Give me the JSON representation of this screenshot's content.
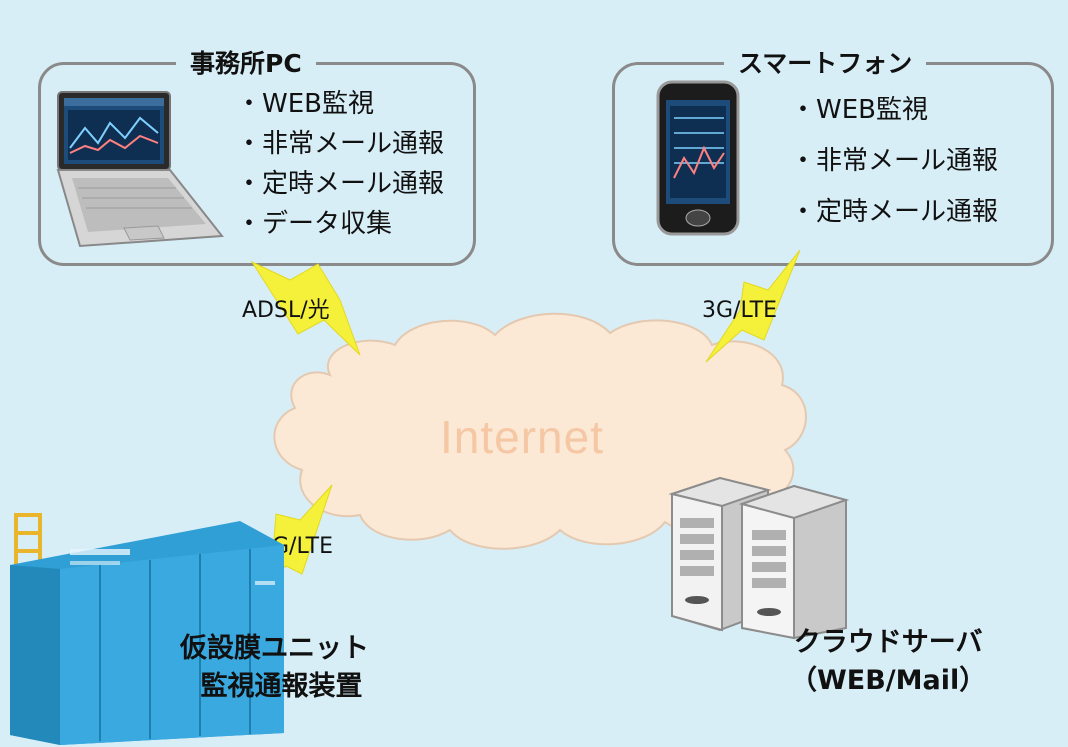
{
  "office_pc": {
    "title": "事務所PC",
    "features": [
      "・WEB監視",
      "・非常メール通報",
      "・定時メール通報",
      "・データ収集"
    ]
  },
  "smartphone": {
    "title": "スマートフォン",
    "features": [
      "・WEB監視",
      "・非常メール通報",
      "・定時メール通報"
    ]
  },
  "connections": {
    "pc_link": "ADSL/光",
    "smartphone_link": "3G/LTE",
    "unit_link": "3G/LTE"
  },
  "cloud": {
    "label": "Internet"
  },
  "unit": {
    "line1": "仮設膜ユニット",
    "line2": "監視通報装置"
  },
  "server": {
    "line1": "クラウドサーバ",
    "line2": "（WEB/Mail）"
  },
  "colors": {
    "background": "#d8eef7",
    "bolt": "#f5f03a",
    "cloud": "#fbe9d6",
    "cloud_text": "#f5c7a4",
    "unit": "#2f9fd6",
    "box_border": "#8a8a8a"
  }
}
